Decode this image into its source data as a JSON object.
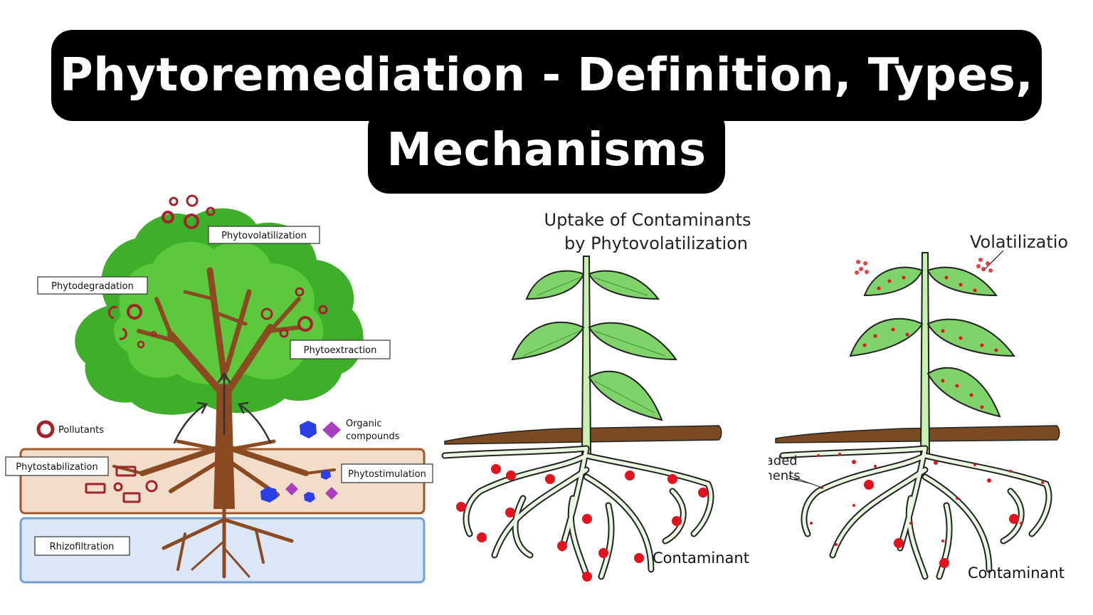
{
  "title": {
    "line1": "Phytoremediation - Definition, Types,",
    "line2": "Mechanisms"
  },
  "tree_diagram": {
    "labels": {
      "phytovolatilization": "Phytovolatilization",
      "phytodegradation": "Phytodegradation",
      "phytoextraction": "Phytoextraction",
      "phytostabilization": "Phytostabilization",
      "phytostimulation": "Phytostimulation",
      "rhizofiltration": "Rhizofiltration"
    },
    "legend": {
      "pollutants": "Pollutants",
      "organic_line1": "Organic",
      "organic_line2": "compounds"
    },
    "colors": {
      "foliage": "#3fae2a",
      "foliage_light": "#5cc83c",
      "trunk": "#8b4a22",
      "soil": "#f1ddc9",
      "soil_border": "#a0582a",
      "water": "#dbe7f7",
      "water_border": "#6fa0d6",
      "pollutant": "#a3232c",
      "organic_blue": "#2b3fe6",
      "organic_purple": "#a93fbf"
    }
  },
  "plant_diagram_1": {
    "heading_line1": "Uptake of Contaminants",
    "heading_line2": "by Phytovolatilization",
    "contaminant_label": "Contaminant"
  },
  "plant_diagram_2": {
    "volatilization_label": "Volatilizatio",
    "degraded_line1": "Degraded",
    "degraded_line2": "fragments",
    "contaminant_label": "Contaminant"
  },
  "plant_colors": {
    "leaf": "#7fd36a",
    "stem": "#c8f0b0",
    "root": "#eaf7e0",
    "soil": "#7a4a22",
    "contaminant": "#e0141e"
  }
}
